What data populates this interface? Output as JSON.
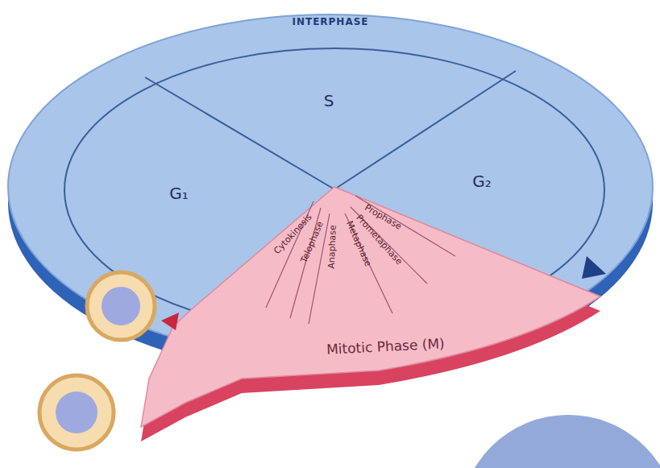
{
  "diagram": {
    "nodes": [
      {
        "text": [
          "INTERPHASE"
        ]
      },
      {
        "text": [
          "S"
        ],
        "in": 0
      },
      {
        "text": [
          "G₁"
        ],
        "in": 0
      },
      {
        "text": [
          "G₂"
        ],
        "in": 0
      },
      {
        "text": [
          "Mitotic Phase (M)"
        ]
      }
    ],
    "labels": [
      "Prophase",
      "Prometaphase",
      "Metaphase",
      "Anaphase",
      "Telophase",
      "Cytokinesis"
    ]
  }
}
